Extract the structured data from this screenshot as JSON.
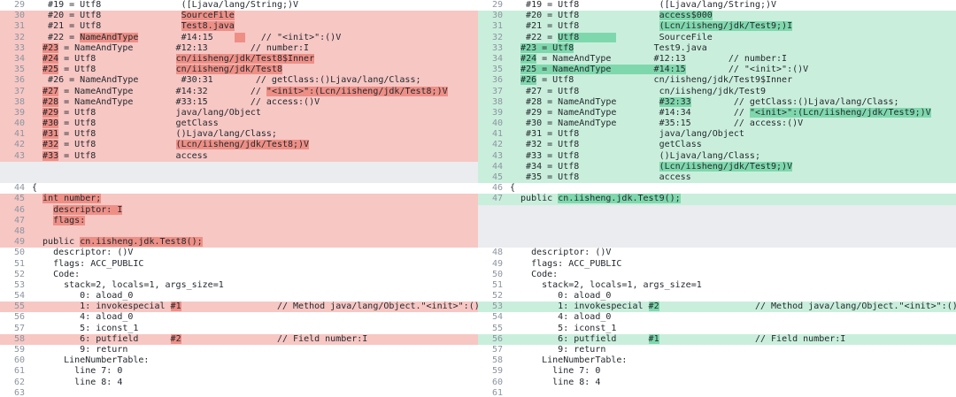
{
  "colors": {
    "left_line_bg": "#f7c7c4",
    "left_word_bg": "#ee8f86",
    "right_line_bg": "#c9efdc",
    "right_word_bg": "#7fd8ad",
    "gap_bg": "#eaecef"
  },
  "left": [
    {
      "n": "29",
      "s": [
        [
          "   #19 = Utf8               ([Ljava/lang/String;)V"
        ]
      ]
    },
    {
      "n": "30",
      "c": 1,
      "s": [
        [
          "   #20 = Utf8               "
        ],
        [
          "SourceFile",
          1
        ]
      ]
    },
    {
      "n": "31",
      "c": 1,
      "s": [
        [
          "   #21 = Utf8               "
        ],
        [
          "Test8.java",
          1
        ]
      ]
    },
    {
      "n": "32",
      "c": 1,
      "s": [
        [
          "   #22 = "
        ],
        [
          "NameAndType",
          1
        ],
        [
          "        #14:15    "
        ],
        [
          "  ",
          1
        ],
        [
          "   // \"<init>\":()V"
        ]
      ]
    },
    {
      "n": "33",
      "c": 1,
      "s": [
        [
          "  "
        ],
        [
          "#23",
          1
        ],
        [
          " = NameAndType        #12:13        // number:I"
        ]
      ]
    },
    {
      "n": "34",
      "c": 1,
      "s": [
        [
          "  "
        ],
        [
          "#24",
          1
        ],
        [
          " = Utf8               "
        ],
        [
          "cn/iisheng/jdk/Test8$Inner",
          1
        ]
      ]
    },
    {
      "n": "35",
      "c": 1,
      "s": [
        [
          "  "
        ],
        [
          "#25",
          1
        ],
        [
          " = Utf8               "
        ],
        [
          "cn/iisheng/jdk/Test8",
          1
        ]
      ]
    },
    {
      "n": "36",
      "c": 1,
      "s": [
        [
          "   #26 = NameAndType        #30:31        // getClass:()Ljava/lang/Class;"
        ]
      ]
    },
    {
      "n": "37",
      "c": 1,
      "s": [
        [
          "  "
        ],
        [
          "#27",
          1
        ],
        [
          " = NameAndType        #14:32        // "
        ],
        [
          "\"<init>\":(Lcn/iisheng/jdk/Test8;)V",
          1
        ]
      ]
    },
    {
      "n": "38",
      "c": 1,
      "s": [
        [
          "  "
        ],
        [
          "#28",
          1
        ],
        [
          " = NameAndType        #33:15        // access:()V"
        ]
      ]
    },
    {
      "n": "39",
      "c": 1,
      "s": [
        [
          "  "
        ],
        [
          "#29",
          1
        ],
        [
          " = Utf8               java/lang/Object"
        ]
      ]
    },
    {
      "n": "40",
      "c": 1,
      "s": [
        [
          "  "
        ],
        [
          "#30",
          1
        ],
        [
          " = Utf8               getClass"
        ]
      ]
    },
    {
      "n": "41",
      "c": 1,
      "s": [
        [
          "  "
        ],
        [
          "#31",
          1
        ],
        [
          " = Utf8               ()Ljava/lang/Class;"
        ]
      ]
    },
    {
      "n": "42",
      "c": 1,
      "s": [
        [
          "  "
        ],
        [
          "#32",
          1
        ],
        [
          " = Utf8               "
        ],
        [
          "(Lcn/iisheng/jdk/Test8;)V",
          1
        ]
      ]
    },
    {
      "n": "43",
      "c": 1,
      "s": [
        [
          "  "
        ],
        [
          "#33",
          1
        ],
        [
          " = Utf8               access"
        ]
      ]
    },
    {
      "gap": 1
    },
    {
      "gap": 1
    },
    {
      "n": "44",
      "s": [
        [
          "{"
        ]
      ]
    },
    {
      "n": "45",
      "c": 1,
      "s": [
        [
          "  "
        ],
        [
          "int number;",
          1
        ]
      ]
    },
    {
      "n": "46",
      "c": 1,
      "s": [
        [
          "    "
        ],
        [
          "descriptor: I",
          1
        ]
      ]
    },
    {
      "n": "47",
      "c": 1,
      "s": [
        [
          "    "
        ],
        [
          "flags:",
          1
        ]
      ]
    },
    {
      "n": "48",
      "c": 1,
      "s": [
        [
          ""
        ]
      ]
    },
    {
      "n": "49",
      "c": 1,
      "s": [
        [
          "  public "
        ],
        [
          "cn.iisheng.jdk.Test8();",
          1
        ]
      ]
    },
    {
      "n": "50",
      "s": [
        [
          "    descriptor: ()V"
        ]
      ]
    },
    {
      "n": "51",
      "s": [
        [
          "    flags: ACC_PUBLIC"
        ]
      ]
    },
    {
      "n": "52",
      "s": [
        [
          "    Code:"
        ]
      ]
    },
    {
      "n": "53",
      "s": [
        [
          "      stack=2, locals=1, args_size=1"
        ]
      ]
    },
    {
      "n": "54",
      "s": [
        [
          "         0: aload_0"
        ]
      ]
    },
    {
      "n": "55",
      "c": 1,
      "s": [
        [
          "         1: invokespecial "
        ],
        [
          "#1",
          1
        ],
        [
          "                  // Method java/lang/Object.\"<init>\":()V"
        ]
      ]
    },
    {
      "n": "56",
      "s": [
        [
          "         4: aload_0"
        ]
      ]
    },
    {
      "n": "57",
      "s": [
        [
          "         5: iconst_1"
        ]
      ]
    },
    {
      "n": "58",
      "c": 1,
      "s": [
        [
          "         6: putfield      "
        ],
        [
          "#2",
          1
        ],
        [
          "                  // Field number:I"
        ]
      ]
    },
    {
      "n": "59",
      "s": [
        [
          "         9: return"
        ]
      ]
    },
    {
      "n": "60",
      "s": [
        [
          "      LineNumberTable:"
        ]
      ]
    },
    {
      "n": "61",
      "s": [
        [
          "        line 7: 0"
        ]
      ]
    },
    {
      "n": "62",
      "s": [
        [
          "        line 8: 4"
        ]
      ]
    },
    {
      "n": "63",
      "s": [
        [
          ""
        ]
      ]
    }
  ],
  "right": [
    {
      "n": "29",
      "s": [
        [
          "   #19 = Utf8               ([Ljava/lang/String;)V"
        ]
      ]
    },
    {
      "n": "30",
      "c": 1,
      "s": [
        [
          "   #20 = Utf8               "
        ],
        [
          "access$000",
          1
        ]
      ]
    },
    {
      "n": "31",
      "c": 1,
      "s": [
        [
          "   #21 = Utf8               "
        ],
        [
          "(Lcn/iisheng/jdk/Test9;)I",
          1
        ]
      ]
    },
    {
      "n": "32",
      "c": 1,
      "s": [
        [
          "   #22 = "
        ],
        [
          "Utf8       ",
          1
        ],
        [
          "        SourceFile"
        ]
      ]
    },
    {
      "n": "33",
      "c": 1,
      "s": [
        [
          "  "
        ],
        [
          "#23 = Utf8",
          1
        ],
        [
          "               Test9.java"
        ]
      ]
    },
    {
      "n": "34",
      "c": 1,
      "s": [
        [
          "  "
        ],
        [
          "#24",
          1
        ],
        [
          " = NameAndType        #12:13        // number:I"
        ]
      ]
    },
    {
      "n": "35",
      "c": 1,
      "s": [
        [
          "  "
        ],
        [
          "#25 = NameAndType        #14:15",
          1
        ],
        [
          "        // \"<init>\":()V"
        ]
      ]
    },
    {
      "n": "36",
      "c": 1,
      "s": [
        [
          "  "
        ],
        [
          "#26",
          1
        ],
        [
          " = Utf8               cn/iisheng/jdk/Test9$Inner"
        ]
      ]
    },
    {
      "n": "37",
      "c": 1,
      "s": [
        [
          "   #27 = Utf8               cn/iisheng/jdk/Test9"
        ]
      ]
    },
    {
      "n": "38",
      "c": 1,
      "s": [
        [
          "   #28 = NameAndType        "
        ],
        [
          "#32:33",
          1
        ],
        [
          "        // getClass:()Ljava/lang/Class;"
        ]
      ]
    },
    {
      "n": "39",
      "c": 1,
      "s": [
        [
          "   #29 = NameAndType        #14:34        // "
        ],
        [
          "\"<init>\":(Lcn/iisheng/jdk/Test9;)V",
          1
        ]
      ]
    },
    {
      "n": "40",
      "c": 1,
      "s": [
        [
          "   #30 = NameAndType        #35:15        // access:()V"
        ]
      ]
    },
    {
      "n": "41",
      "c": 1,
      "s": [
        [
          "   #31 = Utf8               java/lang/Object"
        ]
      ]
    },
    {
      "n": "42",
      "c": 1,
      "s": [
        [
          "   #32 = Utf8               getClass"
        ]
      ]
    },
    {
      "n": "43",
      "c": 1,
      "s": [
        [
          "   #33 = Utf8               ()Ljava/lang/Class;"
        ]
      ]
    },
    {
      "n": "44",
      "c": 1,
      "s": [
        [
          "   #34 = Utf8               "
        ],
        [
          "(Lcn/iisheng/jdk/Test9;)V",
          1
        ]
      ]
    },
    {
      "n": "45",
      "c": 1,
      "s": [
        [
          "   #35 = Utf8               access"
        ]
      ]
    },
    {
      "n": "46",
      "s": [
        [
          "{"
        ]
      ]
    },
    {
      "n": "47",
      "c": 1,
      "s": [
        [
          "  public "
        ],
        [
          "cn.iisheng.jdk.Test9();",
          1
        ]
      ]
    },
    {
      "gap": 1
    },
    {
      "gap": 1
    },
    {
      "gap": 1
    },
    {
      "gap": 1
    },
    {
      "n": "48",
      "s": [
        [
          "    descriptor: ()V"
        ]
      ]
    },
    {
      "n": "49",
      "s": [
        [
          "    flags: ACC_PUBLIC"
        ]
      ]
    },
    {
      "n": "50",
      "s": [
        [
          "    Code:"
        ]
      ]
    },
    {
      "n": "51",
      "s": [
        [
          "      stack=2, locals=1, args_size=1"
        ]
      ]
    },
    {
      "n": "52",
      "s": [
        [
          "         0: aload_0"
        ]
      ]
    },
    {
      "n": "53",
      "c": 1,
      "s": [
        [
          "         1: invokespecial "
        ],
        [
          "#2",
          1
        ],
        [
          "                  // Method java/lang/Object.\"<init>\":()V"
        ]
      ]
    },
    {
      "n": "54",
      "s": [
        [
          "         4: aload_0"
        ]
      ]
    },
    {
      "n": "55",
      "s": [
        [
          "         5: iconst_1"
        ]
      ]
    },
    {
      "n": "56",
      "c": 1,
      "s": [
        [
          "         6: putfield      "
        ],
        [
          "#1",
          1
        ],
        [
          "                  // Field number:I"
        ]
      ]
    },
    {
      "n": "57",
      "s": [
        [
          "         9: return"
        ]
      ]
    },
    {
      "n": "58",
      "s": [
        [
          "      LineNumberTable:"
        ]
      ]
    },
    {
      "n": "59",
      "s": [
        [
          "        line 7: 0"
        ]
      ]
    },
    {
      "n": "60",
      "s": [
        [
          "        line 8: 4"
        ]
      ]
    },
    {
      "n": "61",
      "s": [
        [
          ""
        ]
      ]
    }
  ]
}
